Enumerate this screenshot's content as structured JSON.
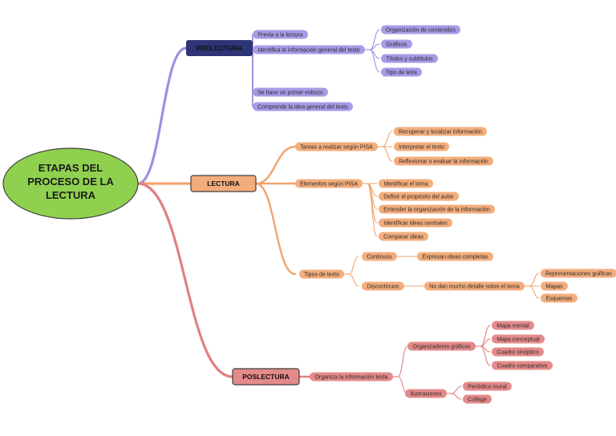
{
  "center": {
    "lines": [
      "ETAPAS DEL",
      "PROCESO DE LA",
      "LECTURA"
    ],
    "color": "#8fd14f"
  },
  "colors": {
    "prelectura": {
      "line": "#9d8fe2",
      "fill": "#a89ae6",
      "main": "#2f3478"
    },
    "lectura": {
      "line": "#f0a46e",
      "fill": "#f3ad7c",
      "main": "#f3ad7c"
    },
    "poslectura": {
      "line": "#e08080",
      "fill": "#e48a8a",
      "main": "#e48a8a"
    }
  },
  "branches": {
    "prelectura": {
      "label": "PRELECTURA",
      "items": [
        {
          "label": "Previa a la lectura"
        },
        {
          "label": "Identifica la información general del texto",
          "children": [
            "Organización de contenidos",
            "Gráficos",
            "Títulos y subtítulos",
            "Tipo de letra"
          ]
        },
        {
          "label": "Se hace un primer esbozo"
        },
        {
          "label": "Comprende la idea general del texto"
        }
      ]
    },
    "lectura": {
      "label": "LECTURA",
      "items": [
        {
          "label": "Tareas a realizar según PISA",
          "children": [
            "Recuperar y localizar información",
            "Interpretar el texto",
            "Reflexionar o evaluar la información"
          ]
        },
        {
          "label": "Elementos según PISA",
          "children": [
            "Identificar el tema",
            "Definir el propósito del autor",
            "Entender la organización de la información",
            "Identificar ideas centrales",
            "Comparar ideas"
          ]
        },
        {
          "label": "Tipos de texto",
          "children": [
            {
              "label": "Continuos",
              "next": "Expresan ideas completas"
            },
            {
              "label": "Discontinuos",
              "next": "No dan mucho detalle sobre el tema",
              "children": [
                "Representaciones gráficas",
                "Mapas",
                "Esquemas"
              ]
            }
          ]
        }
      ]
    },
    "poslectura": {
      "label": "POSLECTURA",
      "items": [
        {
          "label": "Organiza la información leída",
          "children": [
            {
              "label": "Organizadores gráficos",
              "children": [
                "Mapa mental",
                "Mapa conceptual",
                "Cuadro sinóptico",
                "Cuadro comparativo"
              ]
            },
            {
              "label": "Ilustraciones",
              "children": [
                "Periódico mural",
                "Collage"
              ]
            }
          ]
        }
      ]
    }
  }
}
